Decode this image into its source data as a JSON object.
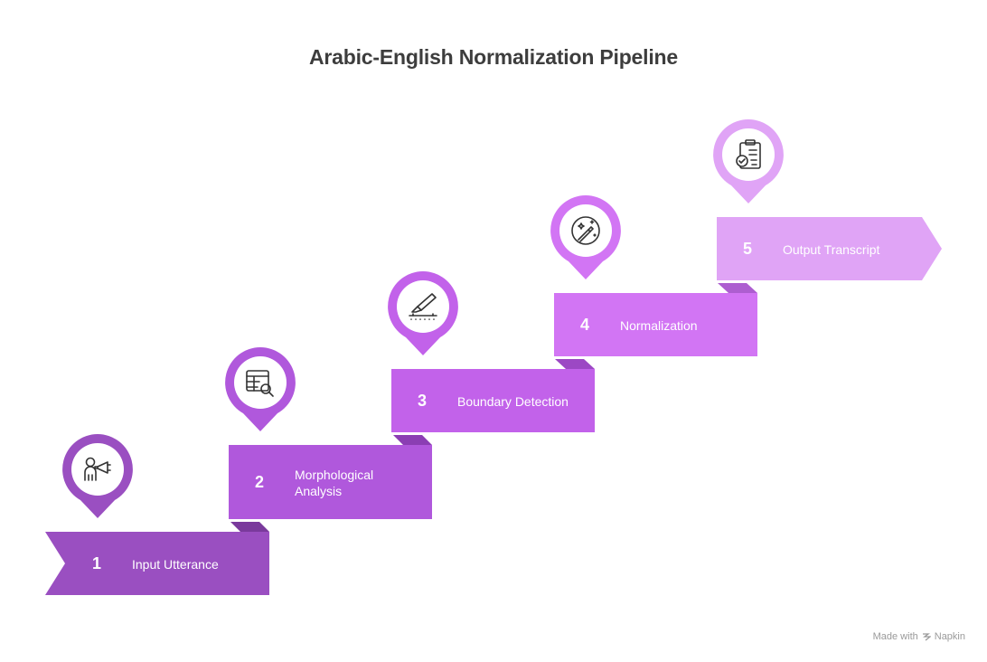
{
  "title": "Arabic-English Normalization Pipeline",
  "steps": [
    {
      "number": "1",
      "label": "Input Utterance",
      "color": "#9a4fc1",
      "icon": "person-megaphone-icon"
    },
    {
      "number": "2",
      "label": "Morphological Analysis",
      "label_lines": [
        "Morphological",
        "Analysis"
      ],
      "color": "#b058dc",
      "icon": "table-search-icon"
    },
    {
      "number": "3",
      "label": "Boundary Detection",
      "color": "#c262ea",
      "icon": "scalpel-icon"
    },
    {
      "number": "4",
      "label": "Normalization",
      "color": "#d275f4",
      "icon": "magic-wand-icon"
    },
    {
      "number": "5",
      "label": "Output Transcript",
      "color": "#e0a4f6",
      "icon": "clipboard-check-icon"
    }
  ],
  "footer": {
    "made_with": "Made with",
    "brand": "Napkin"
  }
}
